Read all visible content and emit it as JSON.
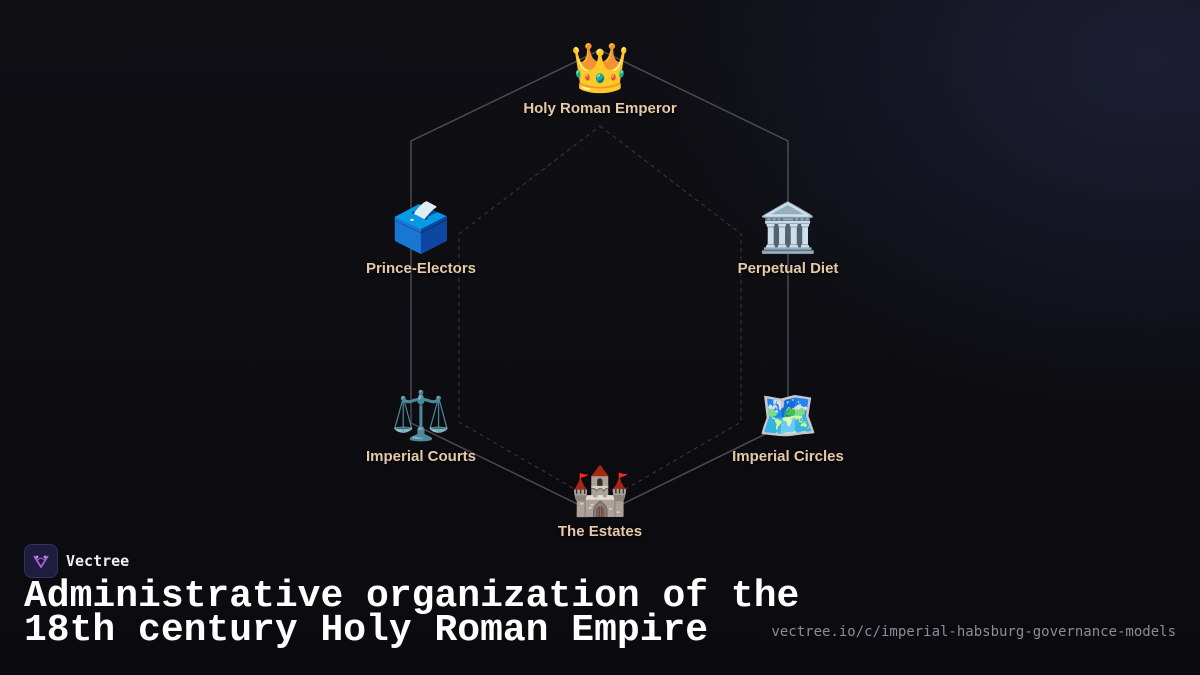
{
  "diagram": {
    "nodes": [
      {
        "id": "emperor",
        "label": "Holy Roman Emperor",
        "icon": "👑",
        "icon_name": "crown-icon"
      },
      {
        "id": "electors",
        "label": "Prince-Electors",
        "icon": "🗳️",
        "icon_name": "ballot-box-icon"
      },
      {
        "id": "diet",
        "label": "Perpetual Diet",
        "icon": "🏛️",
        "icon_name": "classical-building-icon"
      },
      {
        "id": "courts",
        "label": "Imperial Courts",
        "icon": "⚖️",
        "icon_name": "balance-scale-icon"
      },
      {
        "id": "circles",
        "label": "Imperial Circles",
        "icon": "🗺️",
        "icon_name": "world-map-icon"
      },
      {
        "id": "estates",
        "label": "The Estates",
        "icon": "🏰",
        "icon_name": "castle-icon"
      }
    ],
    "colors": {
      "label": "#e6c9a8",
      "outer_line": "#4a4a52",
      "inner_line": "#3a3a42"
    }
  },
  "brand": {
    "name": "Vectree",
    "logo_icon": "vectree-logo-icon"
  },
  "title": {
    "line1": "Administrative organization of the",
    "line2": "18th century Holy Roman Empire"
  },
  "url": "vectree.io/c/imperial-habsburg-governance-models"
}
